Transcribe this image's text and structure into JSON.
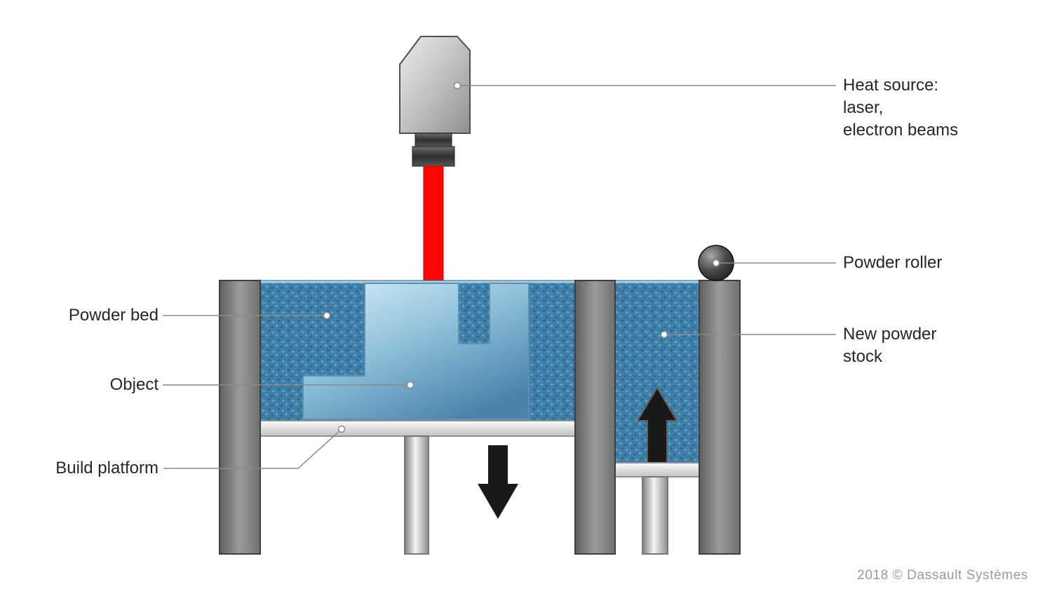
{
  "labels": {
    "heat_source": {
      "line1": "Heat source:",
      "line2": "laser,",
      "line3": "electron beams"
    },
    "powder_roller": "Powder roller",
    "new_powder_stock": {
      "line1": "New powder",
      "line2": "stock"
    },
    "powder_bed": "Powder bed",
    "object": "Object",
    "build_platform": "Build platform"
  },
  "footer": {
    "copyright": "2018 © Dassault Systèmes"
  },
  "colors": {
    "powder_blue": "#3E7FA8",
    "powder_dot_light": "#63A0C4",
    "powder_dot_dark": "#2C6890",
    "object_blue_light": "#D3ECF8",
    "object_blue_dark": "#4A83AB",
    "laser_red": "#FF0505",
    "wall_gray": "#8C8C8C",
    "platform_gray": "#E2E2E2",
    "arrow_black": "#191919",
    "leader_gray": "#8A8A8A",
    "label_text": "#262626",
    "footer_text": "#9A9A9A"
  }
}
